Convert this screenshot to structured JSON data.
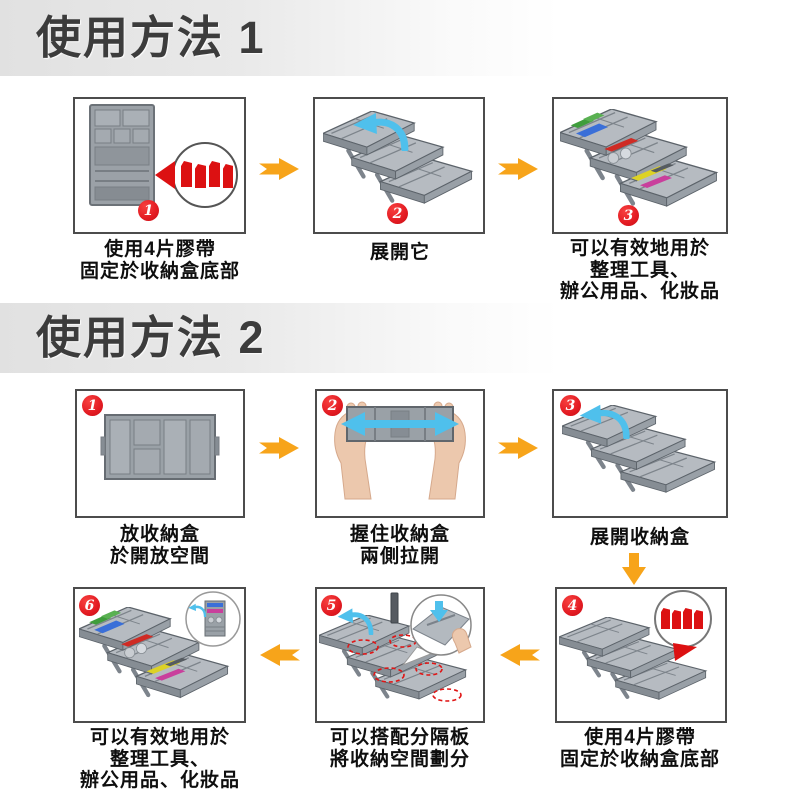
{
  "page_title": "收納盒使用方法說明圖",
  "colors": {
    "accent_orange": "#F7A41A",
    "badge_red": "#E31B22",
    "tape_red": "#DC1112",
    "arrow_blue": "#4FC0EC",
    "panel_border": "#4C4C4C",
    "header_text": "#3C3C3C",
    "header_band": "#E1E1E1",
    "tray_gray": "#B6BBC1"
  },
  "icons": {
    "step_flow_arrow": "chunky chevron-tail arrow (orange)",
    "expand_arrow": "curved cyan arrow",
    "pull_arrow": "double-headed cyan arrow",
    "magnifier": "zoom circle with tape pieces",
    "tape_pieces": "4 red adhesive tape rectangles"
  },
  "sections": [
    {
      "title": "使用方法 1",
      "steps": [
        {
          "number": "1",
          "caption": [
            "使用4片膠帶",
            "固定於收納盒底部"
          ]
        },
        {
          "number": "2",
          "caption": [
            "展開它"
          ]
        },
        {
          "number": "3",
          "caption": [
            "可以有效地用於",
            "整理工具、",
            "辦公用品、化妝品"
          ]
        }
      ]
    },
    {
      "title": "使用方法 2",
      "steps": [
        {
          "number": "1",
          "caption": [
            "放收納盒",
            "於開放空間"
          ]
        },
        {
          "number": "2",
          "caption": [
            "握住收納盒",
            "兩側拉開"
          ]
        },
        {
          "number": "3",
          "caption": [
            "展開收納盒"
          ]
        },
        {
          "number": "4",
          "caption": [
            "使用4片膠帶",
            "固定於收納盒底部"
          ]
        },
        {
          "number": "5",
          "caption": [
            "可以搭配分隔板",
            "將收納空間劃分"
          ]
        },
        {
          "number": "6",
          "caption": [
            "可以有效地用於",
            "整理工具、",
            "辦公用品、化妝品"
          ]
        }
      ]
    }
  ]
}
